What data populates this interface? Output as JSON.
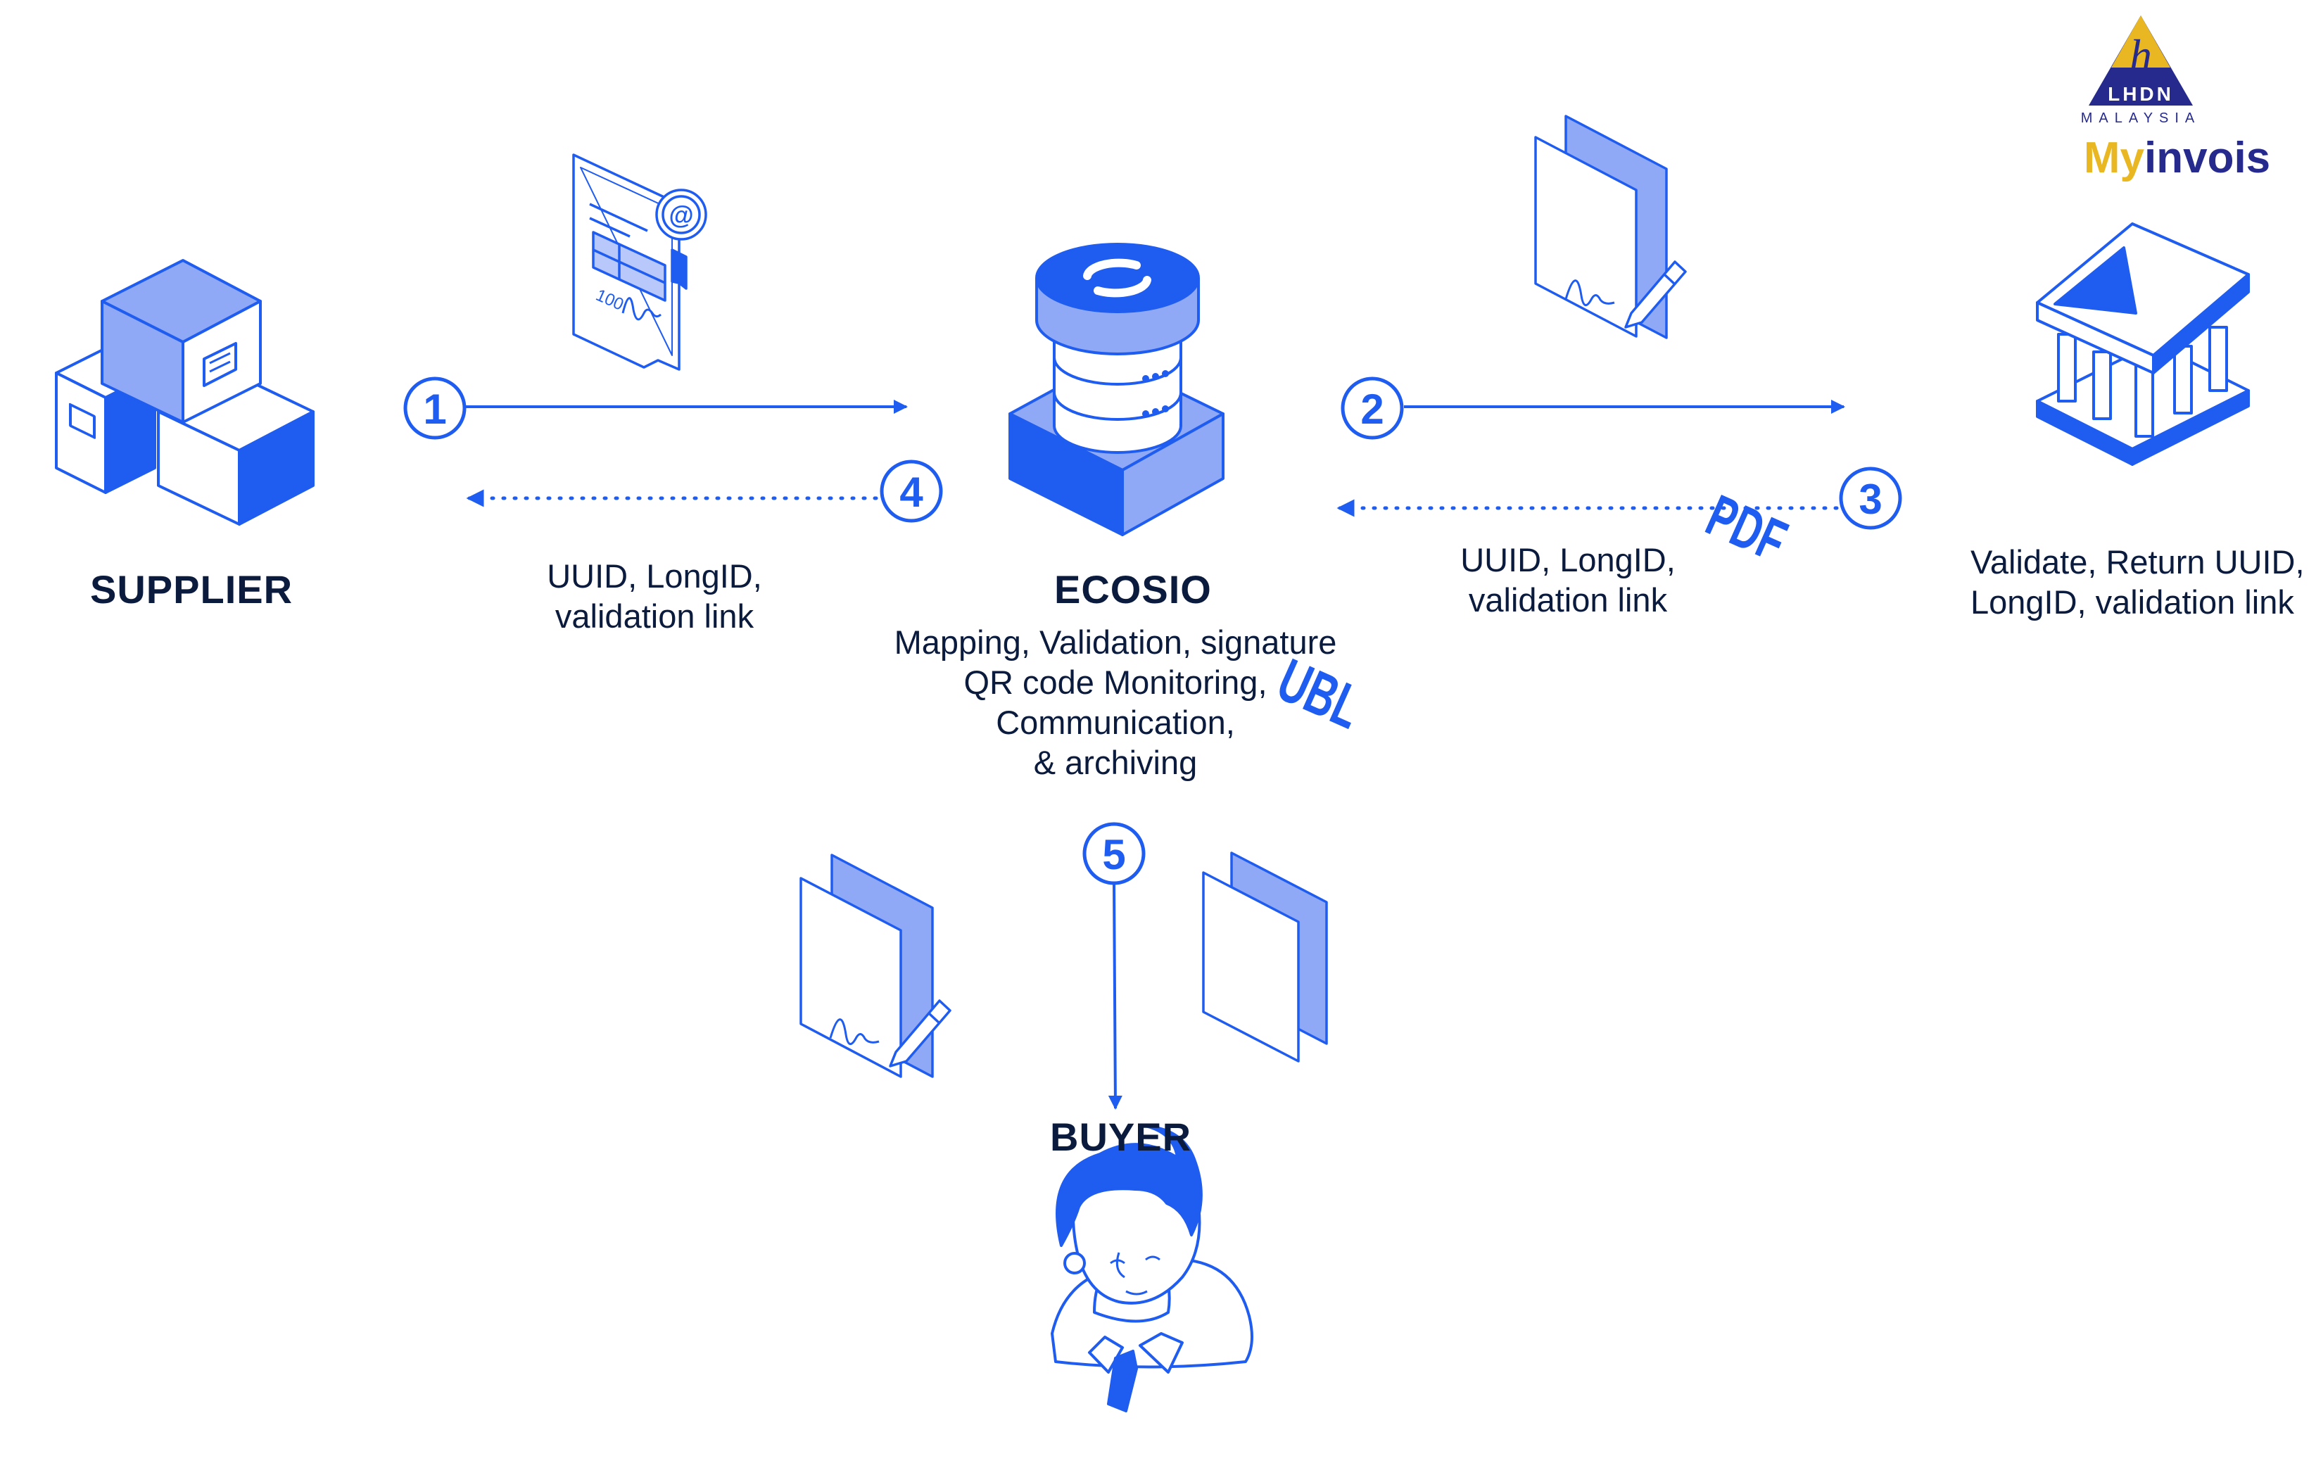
{
  "colors": {
    "blue": "#1f5cf0",
    "light_blue": "#8fa9f6",
    "pale_blue": "#b8c8fb",
    "dark_text": "#0b1b3d",
    "white": "#ffffff",
    "gold": "#e8b722",
    "navy": "#262a8c"
  },
  "nodes": {
    "supplier": {
      "label": "SUPPLIER"
    },
    "ecosio": {
      "label": "ECOSIO",
      "description": [
        "Mapping, Validation, signature",
        "QR code Monitoring,",
        "Communication,",
        "& archiving"
      ]
    },
    "tax_authority": {
      "description": [
        "Validate, Return UUID,",
        "LongID, validation link"
      ]
    },
    "buyer": {
      "label": "BUYER"
    }
  },
  "steps": [
    {
      "number": "1",
      "style": "solid",
      "from": "supplier",
      "to": "ecosio"
    },
    {
      "number": "2",
      "style": "solid",
      "from": "ecosio",
      "to": "tax_authority"
    },
    {
      "number": "3",
      "style": "dotted",
      "from": "tax_authority",
      "to": "ecosio"
    },
    {
      "number": "4",
      "style": "dotted",
      "from": "ecosio",
      "to": "supplier"
    },
    {
      "number": "5",
      "style": "solid",
      "from": "ecosio",
      "to": "buyer"
    }
  ],
  "flow_labels": {
    "step4": [
      "UUID, LongID,",
      "validation link"
    ],
    "step3": [
      "UUID, LongID,",
      "validation link"
    ]
  },
  "documents": {
    "ubl_label": "UBL",
    "pdf_label": "PDF",
    "invoice_amount": "100",
    "at_symbol": "@"
  },
  "logo": {
    "emblem_text": "LHDN",
    "country": "MALAYSIA",
    "brand_my": "My",
    "brand_invois": "invois",
    "emblem_letter": "h"
  },
  "icons": [
    "boxes-icon",
    "invoice-document-icon",
    "database-server-icon",
    "ubl-document-icon",
    "government-building-icon",
    "pdf-document-icon",
    "person-icon",
    "lhdn-logo-icon"
  ]
}
